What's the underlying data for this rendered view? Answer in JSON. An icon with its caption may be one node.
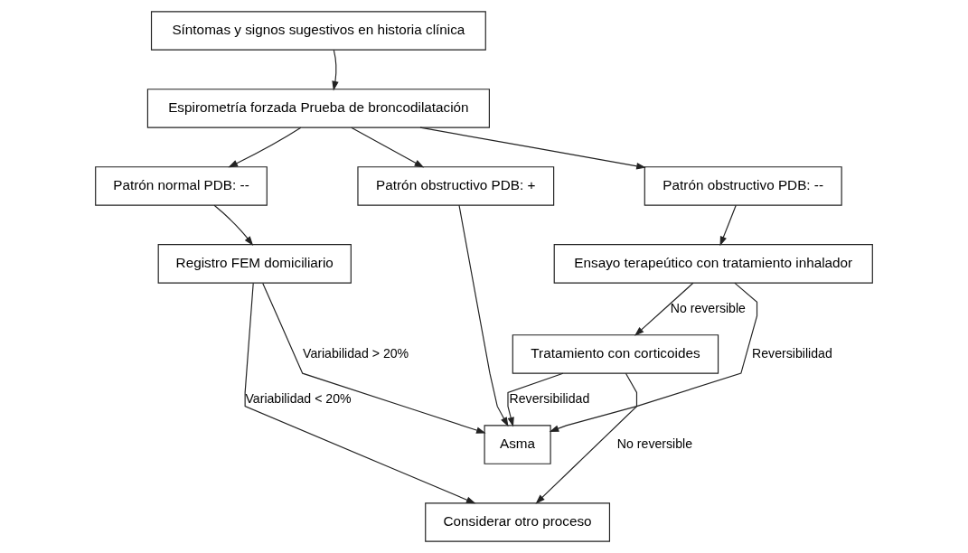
{
  "diagram": {
    "nodes": [
      {
        "text": [
          "Síntomas y signos sugestivos en historia clínica"
        ]
      },
      {
        "text": [
          "Espirometría forzada Prueba de broncodilatación"
        ]
      },
      {
        "text": [
          "Patrón normal PDB: --"
        ]
      },
      {
        "text": [
          "Patrón obstructivo PDB: +"
        ]
      },
      {
        "text": [
          "Patrón obstructivo PDB: --"
        ]
      },
      {
        "text": [
          "Registro FEM domiciliario"
        ]
      },
      {
        "text": [
          "Ensayo terapeútico con tratamiento inhalador"
        ]
      },
      {
        "text": [
          "Tratamiento con corticoides"
        ]
      },
      {
        "text": [
          "Asma"
        ]
      },
      {
        "text": [
          "Considerar otro proceso"
        ]
      }
    ],
    "edges": [
      {
        "from": 0,
        "to": 1,
        "arrow": "to"
      },
      {
        "from": 1,
        "to": 2,
        "arrow": "to"
      },
      {
        "from": 1,
        "to": 3,
        "arrow": "to"
      },
      {
        "from": 1,
        "to": 4,
        "arrow": "to"
      },
      {
        "from": 2,
        "to": 5,
        "arrow": "to"
      },
      {
        "from": 4,
        "to": 6,
        "arrow": "to"
      },
      {
        "from": 3,
        "to": 8,
        "arrow": "to"
      },
      {
        "from": 5,
        "to": 8,
        "arrow": "to",
        "label": "Variabilidad > 20%"
      },
      {
        "from": 6,
        "to": 8,
        "arrow": "to",
        "label": "Reversibilidad"
      },
      {
        "from": 6,
        "to": 7,
        "arrow": "to",
        "label": "No reversible"
      },
      {
        "from": 7,
        "to": 8,
        "arrow": "to",
        "label": "Reversibilidad"
      },
      {
        "from": 5,
        "to": 9,
        "arrow": "to",
        "label": "Variabilidad < 20%"
      },
      {
        "from": 7,
        "to": 9,
        "arrow": "to",
        "label": "No reversible"
      }
    ]
  }
}
